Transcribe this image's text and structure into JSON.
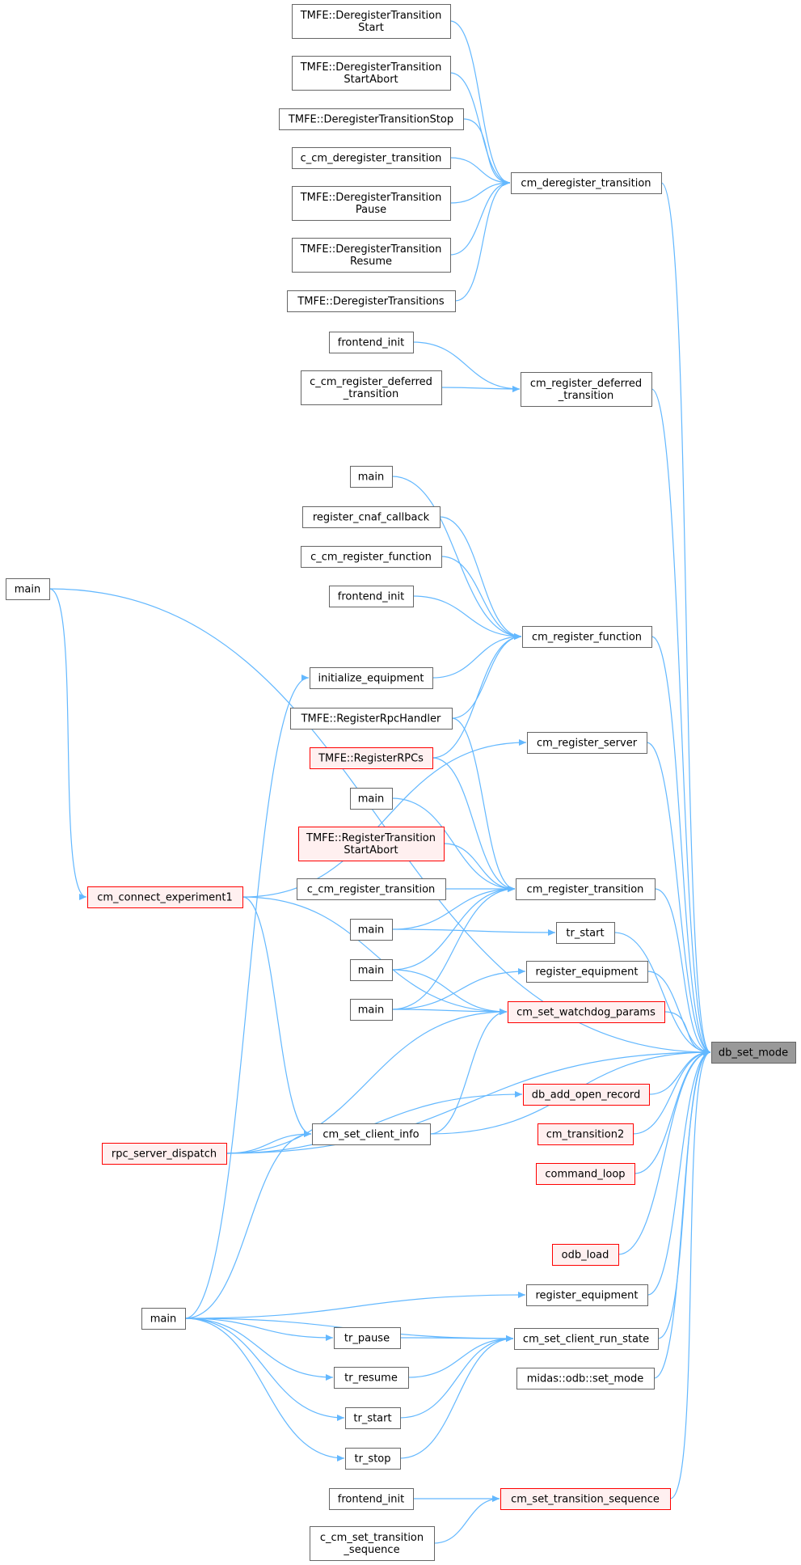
{
  "diagram": {
    "colors": {
      "edge": "#63b8ff",
      "node_border": "#666666",
      "node_fill": "#ffffff",
      "root_fill": "#999999",
      "root_border": "#666666",
      "highlight_border": "#ff0000",
      "highlight_fill": "#fff0f0"
    },
    "nodes": [
      {
        "id": "db_set_mode",
        "lines": [
          "db_set_mode"
        ],
        "style": "root"
      },
      {
        "id": "dereg_start",
        "lines": [
          "TMFE::DeregisterTransition",
          "Start"
        ],
        "style": "normal"
      },
      {
        "id": "dereg_startabort",
        "lines": [
          "TMFE::DeregisterTransition",
          "StartAbort"
        ],
        "style": "normal"
      },
      {
        "id": "dereg_stop",
        "lines": [
          "TMFE::DeregisterTransitionStop"
        ],
        "style": "normal"
      },
      {
        "id": "c_cm_dereg",
        "lines": [
          "c_cm_deregister_transition"
        ],
        "style": "normal"
      },
      {
        "id": "dereg_pause",
        "lines": [
          "TMFE::DeregisterTransition",
          "Pause"
        ],
        "style": "normal"
      },
      {
        "id": "dereg_resume",
        "lines": [
          "TMFE::DeregisterTransition",
          "Resume"
        ],
        "style": "normal"
      },
      {
        "id": "dereg_all",
        "lines": [
          "TMFE::DeregisterTransitions"
        ],
        "style": "normal"
      },
      {
        "id": "cm_dereg",
        "lines": [
          "cm_deregister_transition"
        ],
        "style": "normal"
      },
      {
        "id": "frontend_init1",
        "lines": [
          "frontend_init"
        ],
        "style": "normal"
      },
      {
        "id": "c_cm_reg_deferred",
        "lines": [
          "c_cm_register_deferred",
          "_transition"
        ],
        "style": "normal"
      },
      {
        "id": "cm_reg_deferred",
        "lines": [
          "cm_register_deferred",
          "_transition"
        ],
        "style": "normal"
      },
      {
        "id": "main_left",
        "lines": [
          "main"
        ],
        "style": "normal"
      },
      {
        "id": "main1",
        "lines": [
          "main"
        ],
        "style": "normal"
      },
      {
        "id": "reg_cnaf",
        "lines": [
          "register_cnaf_callback"
        ],
        "style": "normal"
      },
      {
        "id": "c_cm_reg_func",
        "lines": [
          "c_cm_register_function"
        ],
        "style": "normal"
      },
      {
        "id": "frontend_init2",
        "lines": [
          "frontend_init"
        ],
        "style": "normal"
      },
      {
        "id": "cm_reg_func",
        "lines": [
          "cm_register_function"
        ],
        "style": "normal"
      },
      {
        "id": "init_equip",
        "lines": [
          "initialize_equipment"
        ],
        "style": "normal"
      },
      {
        "id": "reg_rpc_handler",
        "lines": [
          "TMFE::RegisterRpcHandler"
        ],
        "style": "normal"
      },
      {
        "id": "cm_reg_server",
        "lines": [
          "cm_register_server"
        ],
        "style": "normal"
      },
      {
        "id": "reg_rpcs",
        "lines": [
          "TMFE::RegisterRPCs"
        ],
        "style": "highlight"
      },
      {
        "id": "main2",
        "lines": [
          "main"
        ],
        "style": "normal"
      },
      {
        "id": "reg_trans_startabort",
        "lines": [
          "TMFE::RegisterTransition",
          "StartAbort"
        ],
        "style": "highlight"
      },
      {
        "id": "cm_connect_exp1",
        "lines": [
          "cm_connect_experiment1"
        ],
        "style": "highlight"
      },
      {
        "id": "c_cm_reg_trans",
        "lines": [
          "c_cm_register_transition"
        ],
        "style": "normal"
      },
      {
        "id": "cm_reg_trans",
        "lines": [
          "cm_register_transition"
        ],
        "style": "normal"
      },
      {
        "id": "main3",
        "lines": [
          "main"
        ],
        "style": "normal"
      },
      {
        "id": "tr_start1",
        "lines": [
          "tr_start"
        ],
        "style": "normal"
      },
      {
        "id": "main4",
        "lines": [
          "main"
        ],
        "style": "normal"
      },
      {
        "id": "reg_equip1",
        "lines": [
          "register_equipment"
        ],
        "style": "normal"
      },
      {
        "id": "main5",
        "lines": [
          "main"
        ],
        "style": "normal"
      },
      {
        "id": "cm_set_watchdog",
        "lines": [
          "cm_set_watchdog_params"
        ],
        "style": "highlight"
      },
      {
        "id": "db_add_open",
        "lines": [
          "db_add_open_record"
        ],
        "style": "highlight"
      },
      {
        "id": "cm_set_client_info",
        "lines": [
          "cm_set_client_info"
        ],
        "style": "normal"
      },
      {
        "id": "cm_transition2",
        "lines": [
          "cm_transition2"
        ],
        "style": "highlight"
      },
      {
        "id": "rpc_server_dispatch",
        "lines": [
          "rpc_server_dispatch"
        ],
        "style": "highlight"
      },
      {
        "id": "command_loop",
        "lines": [
          "command_loop"
        ],
        "style": "highlight"
      },
      {
        "id": "odb_load",
        "lines": [
          "odb_load"
        ],
        "style": "highlight"
      },
      {
        "id": "main_bottom",
        "lines": [
          "main"
        ],
        "style": "normal"
      },
      {
        "id": "reg_equip2",
        "lines": [
          "register_equipment"
        ],
        "style": "normal"
      },
      {
        "id": "tr_pause",
        "lines": [
          "tr_pause"
        ],
        "style": "normal"
      },
      {
        "id": "cm_set_client_run",
        "lines": [
          "cm_set_client_run_state"
        ],
        "style": "normal"
      },
      {
        "id": "tr_resume",
        "lines": [
          "tr_resume"
        ],
        "style": "normal"
      },
      {
        "id": "midas_set_mode",
        "lines": [
          "midas::odb::set_mode"
        ],
        "style": "normal"
      },
      {
        "id": "tr_start2",
        "lines": [
          "tr_start"
        ],
        "style": "normal"
      },
      {
        "id": "tr_stop",
        "lines": [
          "tr_stop"
        ],
        "style": "normal"
      },
      {
        "id": "frontend_init3",
        "lines": [
          "frontend_init"
        ],
        "style": "normal"
      },
      {
        "id": "cm_set_trans_seq",
        "lines": [
          "cm_set_transition_sequence"
        ],
        "style": "highlight"
      },
      {
        "id": "c_cm_set_trans_seq",
        "lines": [
          "c_cm_set_transition",
          "_sequence"
        ],
        "style": "normal"
      }
    ],
    "edges": [
      [
        "dereg_start",
        "cm_dereg"
      ],
      [
        "dereg_startabort",
        "cm_dereg"
      ],
      [
        "dereg_stop",
        "cm_dereg"
      ],
      [
        "c_cm_dereg",
        "cm_dereg"
      ],
      [
        "dereg_pause",
        "cm_dereg"
      ],
      [
        "dereg_resume",
        "cm_dereg"
      ],
      [
        "dereg_all",
        "cm_dereg"
      ],
      [
        "cm_dereg",
        "db_set_mode"
      ],
      [
        "frontend_init1",
        "cm_reg_deferred"
      ],
      [
        "c_cm_reg_deferred",
        "cm_reg_deferred"
      ],
      [
        "cm_reg_deferred",
        "db_set_mode"
      ],
      [
        "main_left",
        "db_set_mode"
      ],
      [
        "main_left",
        "cm_connect_exp1"
      ],
      [
        "main1",
        "cm_reg_func"
      ],
      [
        "reg_cnaf",
        "cm_reg_func"
      ],
      [
        "c_cm_reg_func",
        "cm_reg_func"
      ],
      [
        "frontend_init2",
        "cm_reg_func"
      ],
      [
        "init_equip",
        "cm_reg_func"
      ],
      [
        "reg_rpc_handler",
        "cm_reg_func"
      ],
      [
        "reg_rpcs",
        "cm_reg_func"
      ],
      [
        "cm_reg_func",
        "db_set_mode"
      ],
      [
        "cm_connect_exp1",
        "cm_reg_server"
      ],
      [
        "cm_reg_server",
        "db_set_mode"
      ],
      [
        "reg_rpc_handler",
        "cm_reg_trans"
      ],
      [
        "reg_rpcs",
        "cm_reg_trans"
      ],
      [
        "main2",
        "cm_reg_trans"
      ],
      [
        "reg_trans_startabort",
        "cm_reg_trans"
      ],
      [
        "c_cm_reg_trans",
        "cm_reg_trans"
      ],
      [
        "main3",
        "cm_reg_trans"
      ],
      [
        "main4",
        "cm_reg_trans"
      ],
      [
        "main5",
        "cm_reg_trans"
      ],
      [
        "cm_reg_trans",
        "db_set_mode"
      ],
      [
        "main3",
        "tr_start1"
      ],
      [
        "tr_start1",
        "db_set_mode"
      ],
      [
        "main4",
        "cm_set_watchdog"
      ],
      [
        "main5",
        "reg_equip1"
      ],
      [
        "reg_equip1",
        "db_set_mode"
      ],
      [
        "main5",
        "cm_set_watchdog"
      ],
      [
        "cm_connect_exp1",
        "cm_set_watchdog"
      ],
      [
        "rpc_server_dispatch",
        "cm_set_watchdog"
      ],
      [
        "cm_set_client_info",
        "cm_set_watchdog"
      ],
      [
        "cm_set_watchdog",
        "db_set_mode"
      ],
      [
        "rpc_server_dispatch",
        "db_add_open"
      ],
      [
        "db_add_open",
        "db_set_mode"
      ],
      [
        "cm_set_client_info",
        "db_set_mode"
      ],
      [
        "cm_connect_exp1",
        "cm_set_client_info"
      ],
      [
        "rpc_server_dispatch",
        "cm_set_client_info"
      ],
      [
        "main_bottom",
        "cm_set_client_info"
      ],
      [
        "main_bottom",
        "init_equip"
      ],
      [
        "cm_transition2",
        "db_set_mode"
      ],
      [
        "command_loop",
        "db_set_mode"
      ],
      [
        "rpc_server_dispatch",
        "db_set_mode"
      ],
      [
        "odb_load",
        "db_set_mode"
      ],
      [
        "main_bottom",
        "reg_equip2"
      ],
      [
        "reg_equip2",
        "db_set_mode"
      ],
      [
        "main_bottom",
        "tr_pause"
      ],
      [
        "main_bottom",
        "tr_resume"
      ],
      [
        "main_bottom",
        "tr_start2"
      ],
      [
        "main_bottom",
        "tr_stop"
      ],
      [
        "main_bottom",
        "cm_set_client_run"
      ],
      [
        "tr_pause",
        "cm_set_client_run"
      ],
      [
        "tr_resume",
        "cm_set_client_run"
      ],
      [
        "tr_start2",
        "cm_set_client_run"
      ],
      [
        "tr_stop",
        "cm_set_client_run"
      ],
      [
        "cm_set_client_run",
        "db_set_mode"
      ],
      [
        "midas_set_mode",
        "db_set_mode"
      ],
      [
        "frontend_init3",
        "cm_set_trans_seq"
      ],
      [
        "c_cm_set_trans_seq",
        "cm_set_trans_seq"
      ],
      [
        "cm_set_trans_seq",
        "db_set_mode"
      ]
    ]
  }
}
